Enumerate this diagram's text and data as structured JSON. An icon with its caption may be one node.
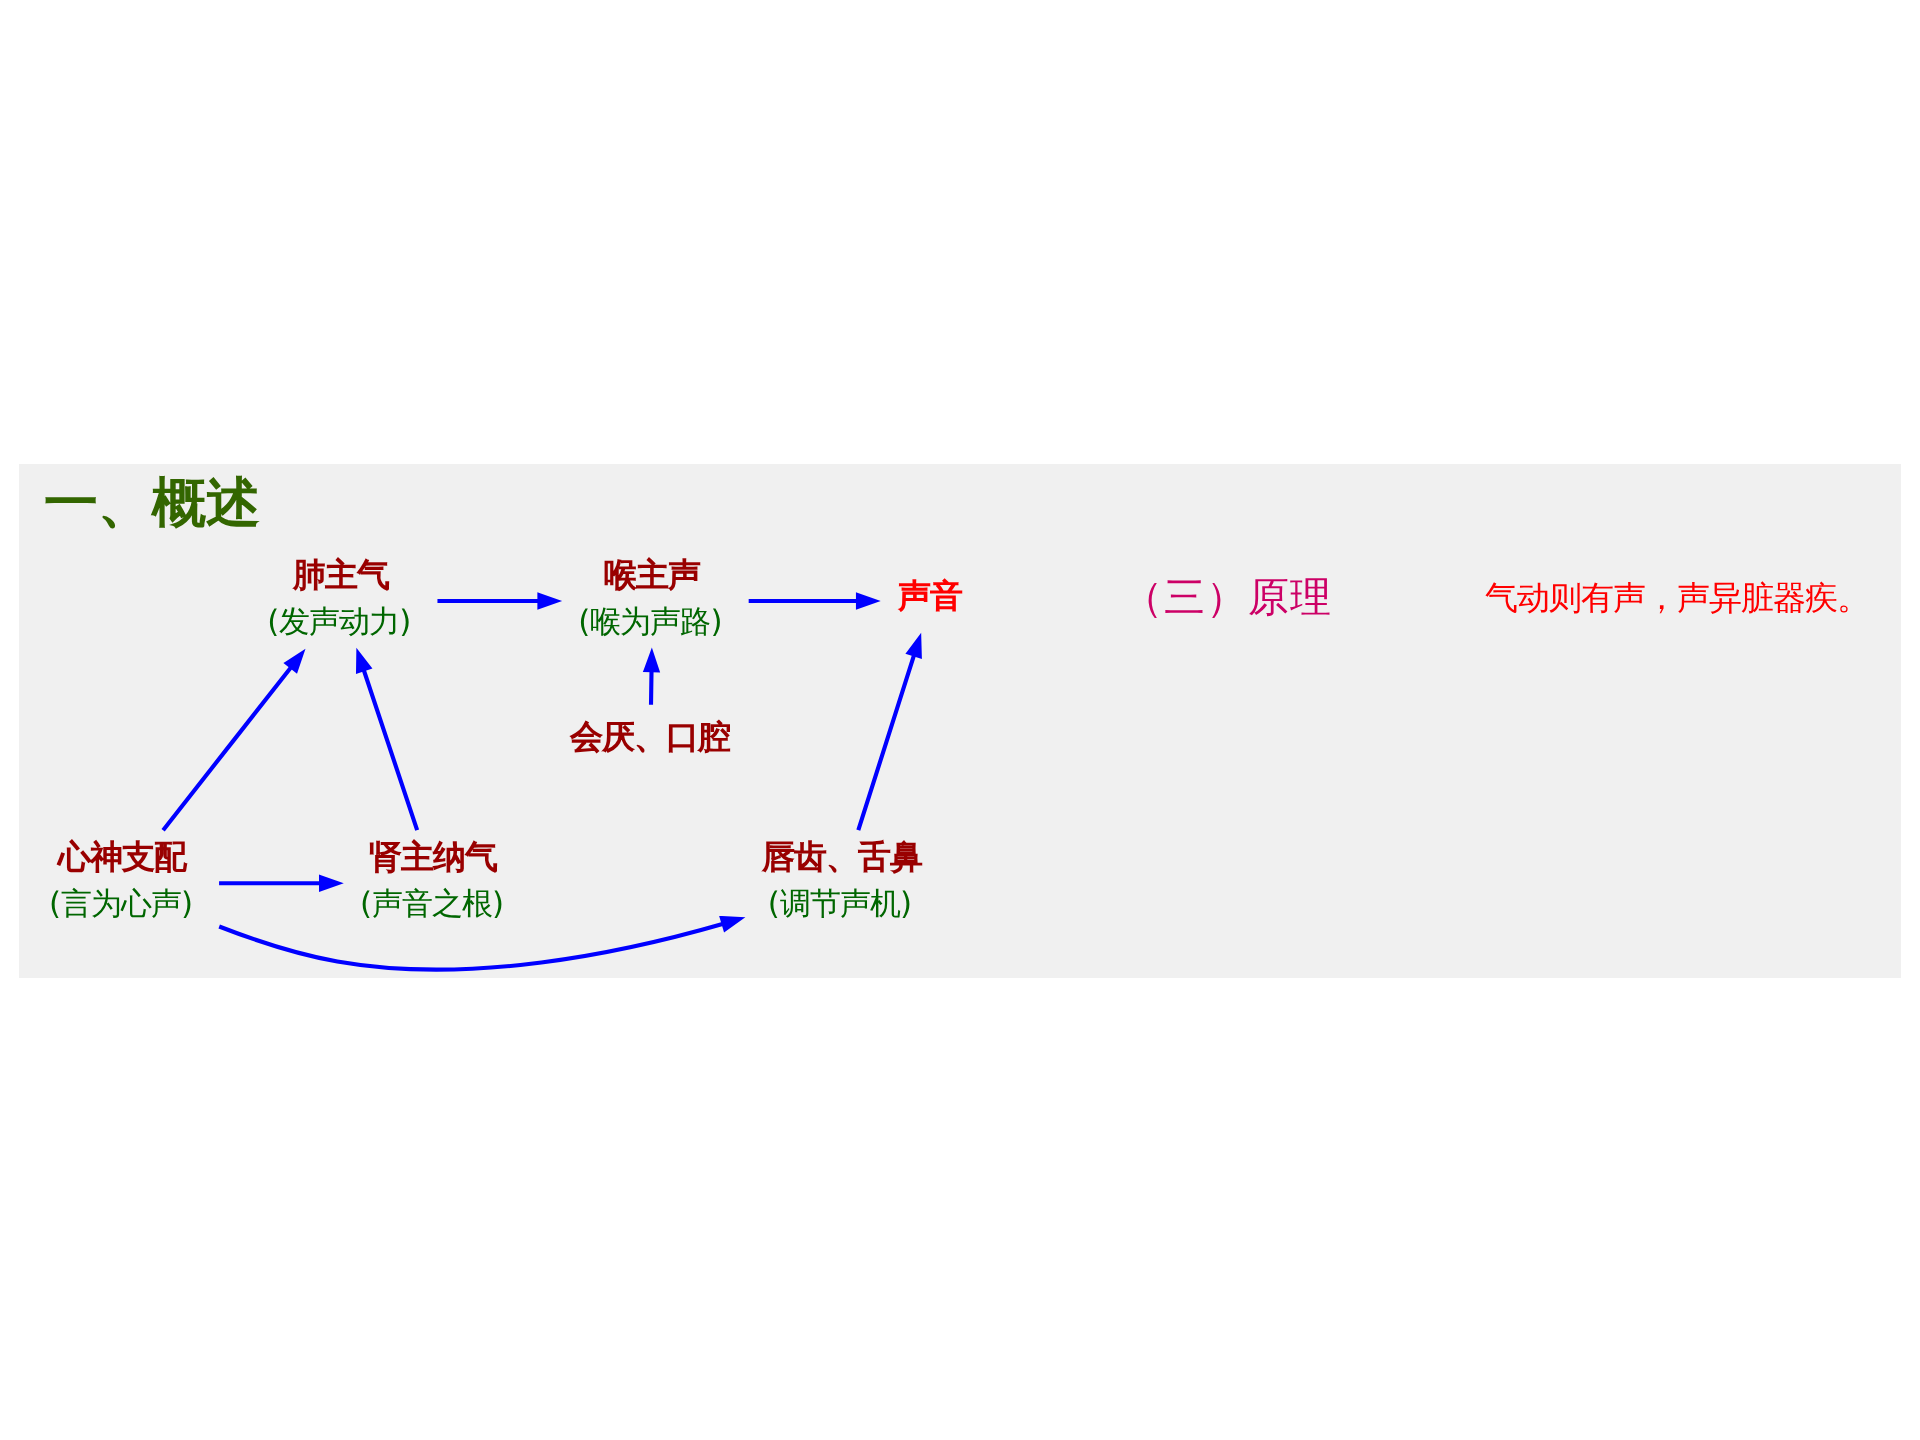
{
  "diagram": {
    "title": "一、概述",
    "nodes": [
      {
        "text": [
          "肺主气",
          "(发声动力)"
        ]
      },
      {
        "text": [
          "喉主声",
          "(喉为声路)"
        ]
      },
      {
        "text": [
          "声音"
        ]
      },
      {
        "text": [
          "肾主纳气",
          "(声音之根)"
        ]
      },
      {
        "text": [
          "会厌、口腔"
        ]
      },
      {
        "text": [
          "心神支配",
          "(言为心声)"
        ]
      },
      {
        "text": [
          "唇齿、舌鼻",
          "(调节声机)"
        ]
      }
    ],
    "edges": [
      {
        "from": 0,
        "to": 1,
        "arrow": "to"
      },
      {
        "from": 1,
        "to": 2,
        "arrow": "to"
      },
      {
        "from": 3,
        "to": 0,
        "arrow": "to"
      },
      {
        "from": 5,
        "to": 0,
        "arrow": "to"
      },
      {
        "from": 4,
        "to": 1,
        "arrow": "to"
      },
      {
        "from": 6,
        "to": 2,
        "arrow": "to"
      },
      {
        "from": 5,
        "to": 3,
        "arrow": "to"
      },
      {
        "from": 5,
        "to": 6,
        "arrow": "to"
      }
    ],
    "labels": [
      "（三）原理",
      "气动则有声，声异脏器疾。"
    ]
  }
}
